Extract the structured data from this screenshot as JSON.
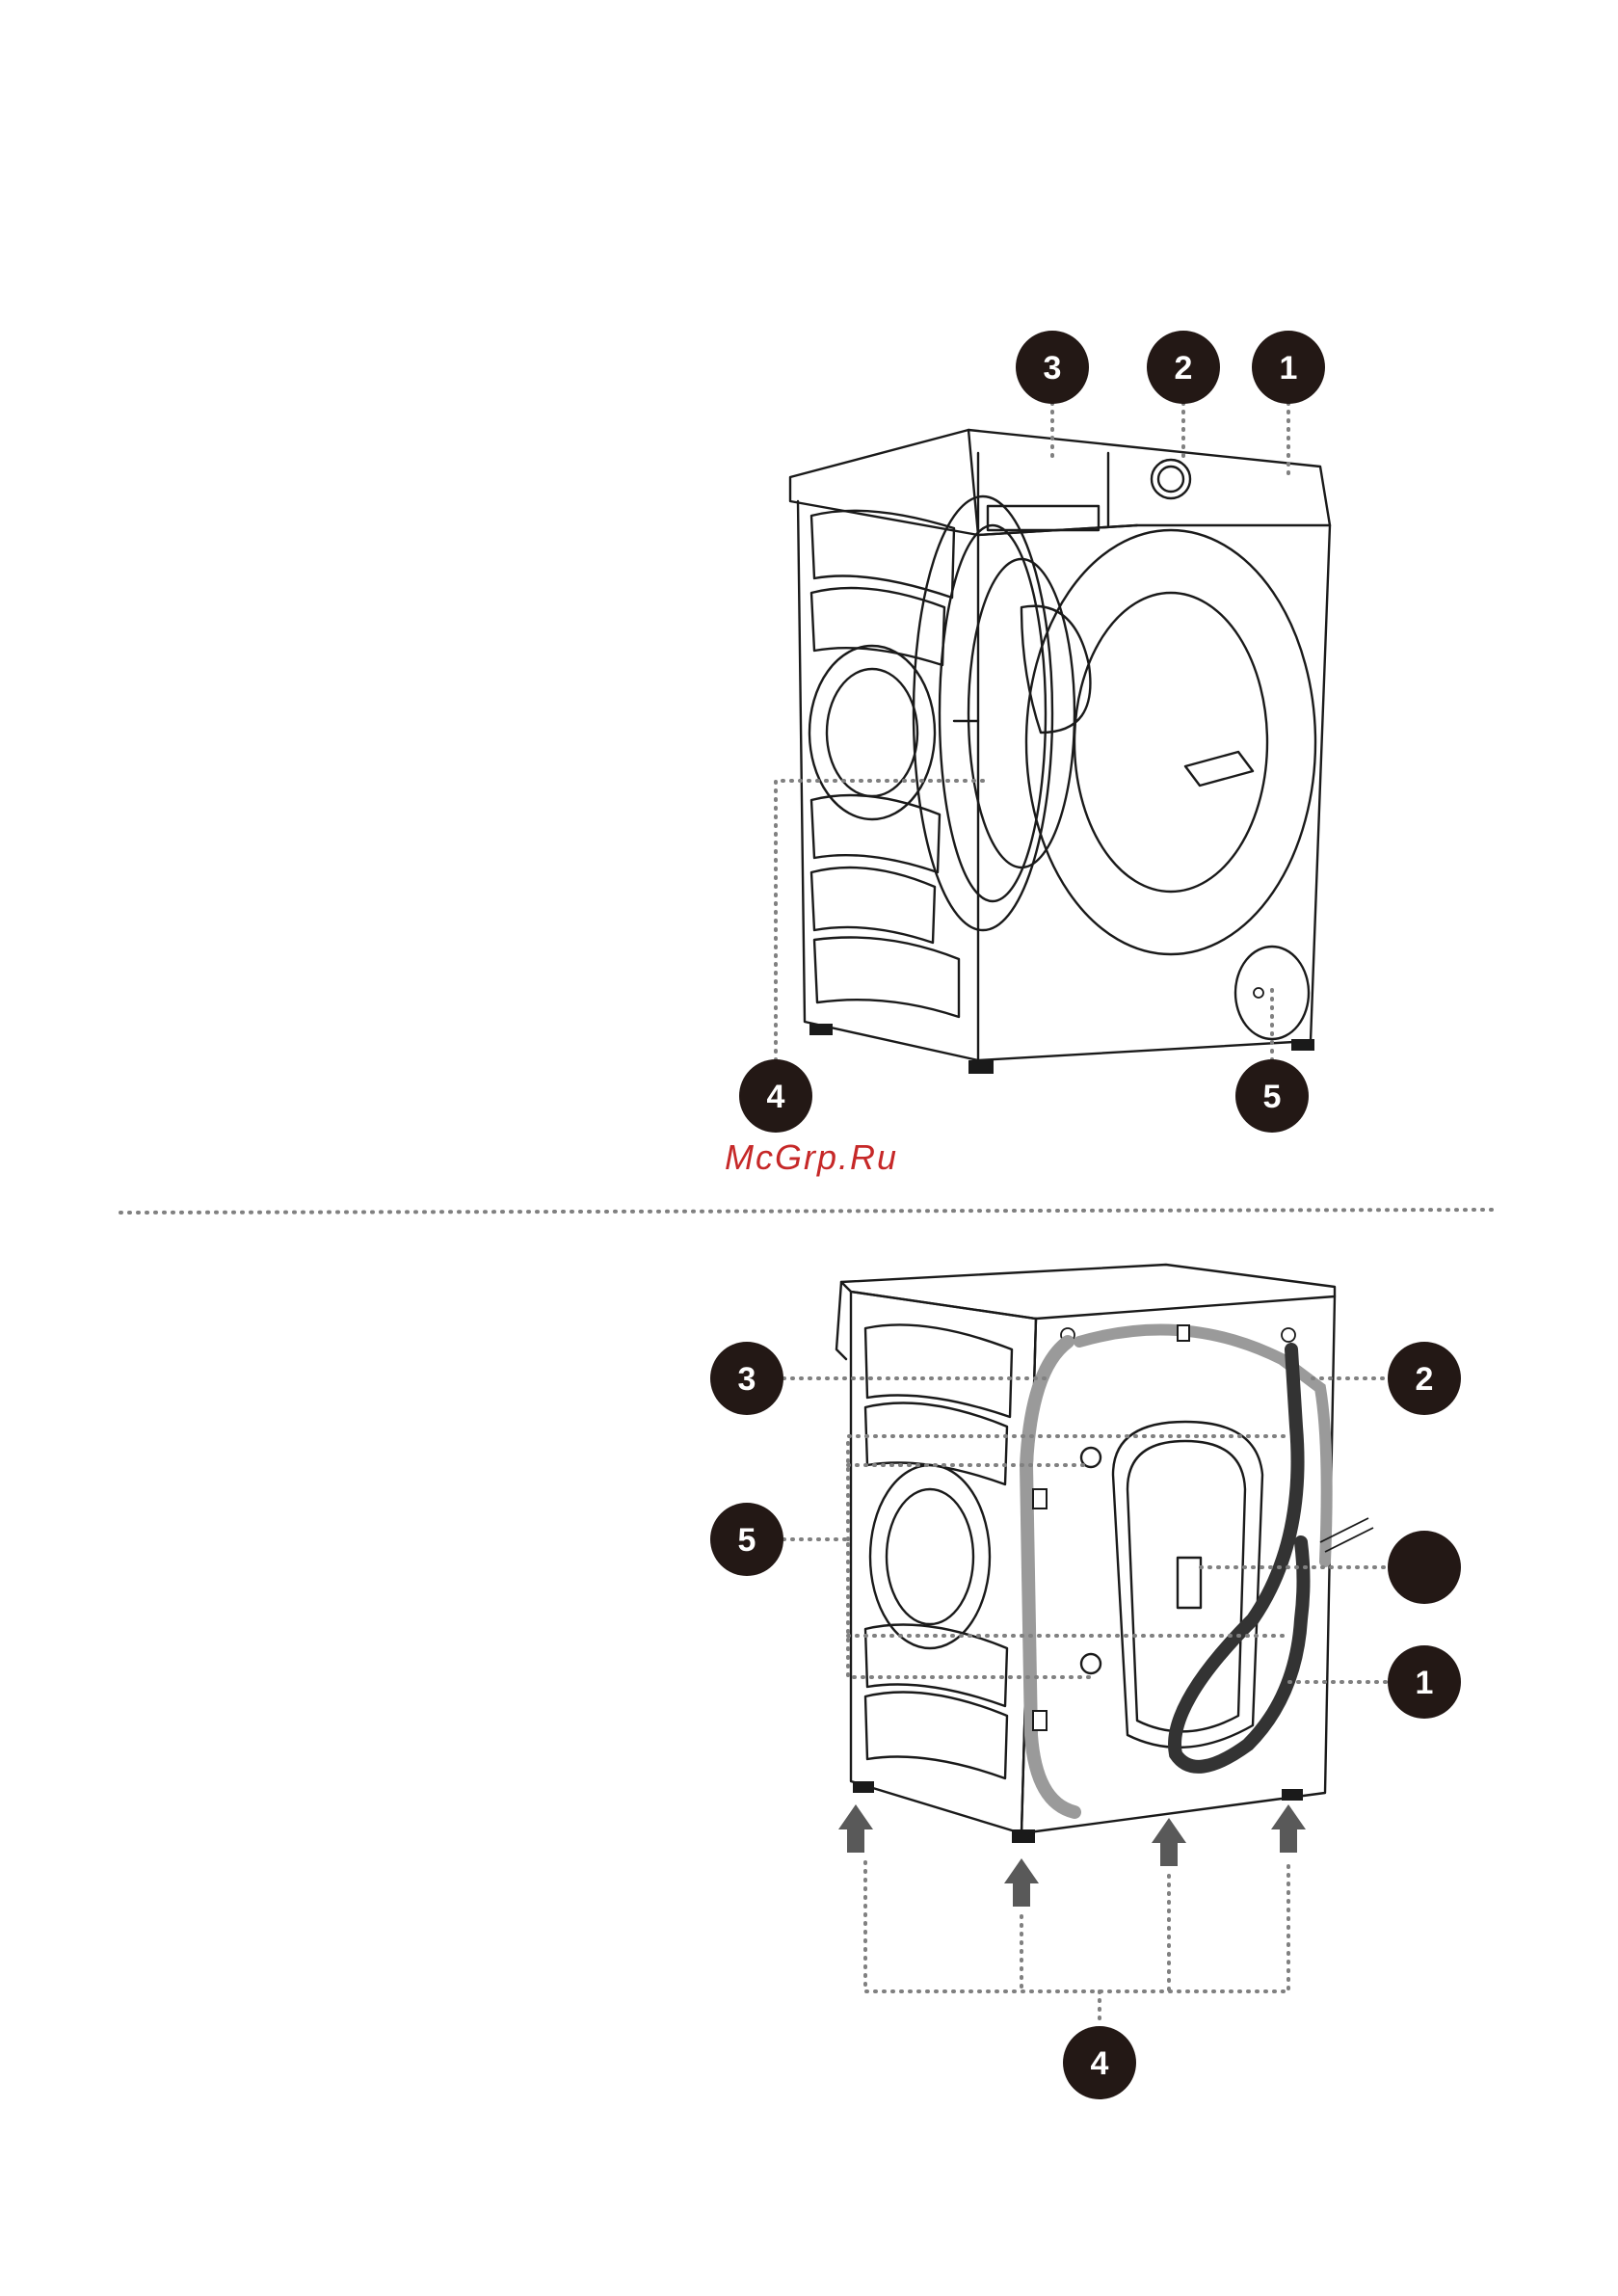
{
  "watermark": {
    "text": "McGrp.Ru",
    "color": "#c62828"
  },
  "callout_color": "#231815",
  "front_view": {
    "callouts": [
      {
        "label": "3"
      },
      {
        "label": "2"
      },
      {
        "label": "1"
      },
      {
        "label": "4"
      },
      {
        "label": "5"
      }
    ]
  },
  "rear_view": {
    "callouts": [
      {
        "label": "3"
      },
      {
        "label": "2"
      },
      {
        "label": "5"
      },
      {
        "label": ""
      },
      {
        "label": "1"
      },
      {
        "label": "4"
      }
    ]
  }
}
